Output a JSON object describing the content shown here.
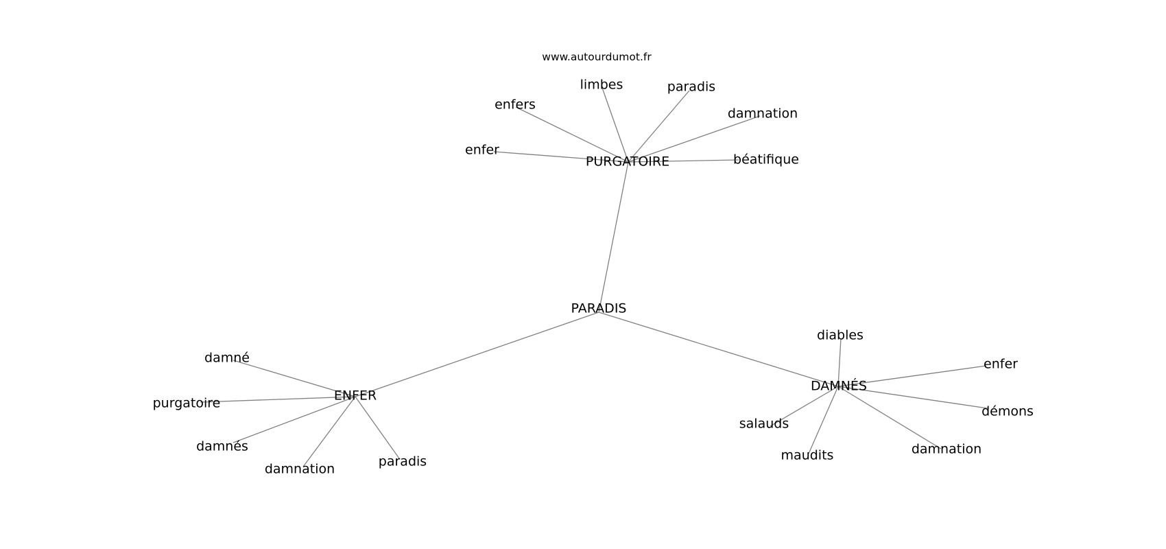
{
  "source": "www.autourdumot.fr",
  "colors": {
    "edge": "#808080",
    "text": "#000000",
    "background": "#ffffff"
  },
  "graph": {
    "nodes": [
      {
        "id": "paradis_c",
        "label": "PARADIS"
      },
      {
        "id": "purgatoire_h",
        "label": "PURGATOIRE"
      },
      {
        "id": "enfer_h",
        "label": "ENFER"
      },
      {
        "id": "damnes_h",
        "label": "DAMNÉS"
      },
      {
        "id": "p_enfer",
        "label": "enfer"
      },
      {
        "id": "p_enfers",
        "label": "enfers"
      },
      {
        "id": "p_limbes",
        "label": "limbes"
      },
      {
        "id": "p_paradis",
        "label": "paradis"
      },
      {
        "id": "p_damnation",
        "label": "damnation"
      },
      {
        "id": "p_beatifique",
        "label": "béatifique"
      },
      {
        "id": "e_damne",
        "label": "damné"
      },
      {
        "id": "e_purgatoire",
        "label": "purgatoire"
      },
      {
        "id": "e_damnes",
        "label": "damnés"
      },
      {
        "id": "e_damnation",
        "label": "damnation"
      },
      {
        "id": "e_paradis",
        "label": "paradis"
      },
      {
        "id": "d_diables",
        "label": "diables"
      },
      {
        "id": "d_enfer",
        "label": "enfer"
      },
      {
        "id": "d_demons",
        "label": "démons"
      },
      {
        "id": "d_damnation",
        "label": "damnation"
      },
      {
        "id": "d_maudits",
        "label": "maudits"
      },
      {
        "id": "d_salauds",
        "label": "salauds"
      }
    ],
    "edges": [
      [
        "paradis_c",
        "purgatoire_h"
      ],
      [
        "paradis_c",
        "enfer_h"
      ],
      [
        "paradis_c",
        "damnes_h"
      ],
      [
        "purgatoire_h",
        "p_enfer"
      ],
      [
        "purgatoire_h",
        "p_enfers"
      ],
      [
        "purgatoire_h",
        "p_limbes"
      ],
      [
        "purgatoire_h",
        "p_paradis"
      ],
      [
        "purgatoire_h",
        "p_damnation"
      ],
      [
        "purgatoire_h",
        "p_beatifique"
      ],
      [
        "enfer_h",
        "e_damne"
      ],
      [
        "enfer_h",
        "e_purgatoire"
      ],
      [
        "enfer_h",
        "e_damnes"
      ],
      [
        "enfer_h",
        "e_damnation"
      ],
      [
        "enfer_h",
        "e_paradis"
      ],
      [
        "damnes_h",
        "d_diables"
      ],
      [
        "damnes_h",
        "d_enfer"
      ],
      [
        "damnes_h",
        "d_demons"
      ],
      [
        "damnes_h",
        "d_damnation"
      ],
      [
        "damnes_h",
        "d_maudits"
      ],
      [
        "damnes_h",
        "d_salauds"
      ]
    ]
  }
}
